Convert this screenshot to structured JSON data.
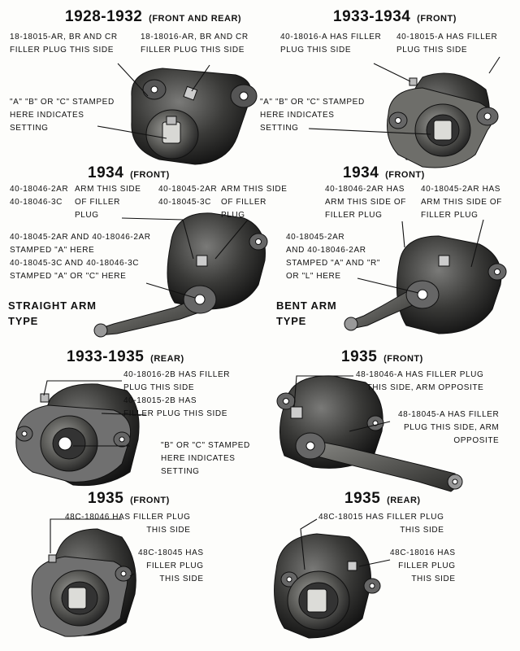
{
  "panels": [
    {
      "id": "p1",
      "title": "1928-1932",
      "subtitle": "(FRONT AND REAR)",
      "labels": [
        "18-18015-AR, BR AND CR\nFILLER PLUG THIS SIDE",
        "18-18016-AR, BR AND CR\nFILLER PLUG THIS SIDE",
        "\"A\" \"B\" OR \"C\" STAMPED\nHERE INDICATES\nSETTING"
      ]
    },
    {
      "id": "p2",
      "title": "1933-1934",
      "subtitle": "(FRONT)",
      "labels": [
        "40-18016-A HAS FILLER\nPLUG THIS SIDE",
        "40-18015-A HAS FILLER\nPLUG THIS SIDE",
        "\"A\" \"B\" OR \"C\" STAMPED\nHERE INDICATES\nSETTING"
      ]
    },
    {
      "id": "p3",
      "title": "1934",
      "subtitle": "(FRONT)",
      "labels": [
        "40-18046-2AR\n40-18046-3C",
        "ARM THIS SIDE\nOF FILLER\nPLUG",
        "40-18045-2AR\n40-18045-3C",
        "ARM THIS SIDE\nOF FILLER\nPLUG",
        "40-18045-2AR AND 40-18046-2AR\nSTAMPED \"A\" HERE\n40-18045-3C AND 40-18046-3C\nSTAMPED \"A\" OR \"C\" HERE"
      ],
      "type_label": "STRAIGHT ARM\nTYPE"
    },
    {
      "id": "p4",
      "title": "1934",
      "subtitle": "(FRONT)",
      "labels": [
        "40-18046-2AR HAS\nARM THIS SIDE OF\nFILLER PLUG",
        "40-18045-2AR HAS\nARM THIS SIDE OF\nFILLER PLUG",
        "40-18045-2AR\nAND 40-18046-2AR\nSTAMPED \"A\" AND \"R\"\nOR \"L\" HERE"
      ],
      "type_label": "BENT ARM\nTYPE"
    },
    {
      "id": "p5",
      "title": "1933-1935",
      "subtitle": "(REAR)",
      "labels": [
        "40-18016-2B HAS FILLER\nPLUG THIS SIDE\n40-18015-2B HAS\nFILLER PLUG THIS SIDE",
        "\"B\" OR \"C\" STAMPED\nHERE INDICATES\nSETTING"
      ]
    },
    {
      "id": "p6",
      "title": "1935",
      "subtitle": "(FRONT)",
      "labels": [
        "48-18046-A HAS FILLER PLUG\nTHIS SIDE, ARM OPPOSITE",
        "48-18045-A HAS FILLER\nPLUG THIS SIDE, ARM\nOPPOSITE"
      ]
    },
    {
      "id": "p7",
      "title": "1935",
      "subtitle": "(FRONT)",
      "labels": [
        "48C-18046 HAS FILLER PLUG\nTHIS SIDE",
        "48C-18045 HAS\nFILLER PLUG\nTHIS SIDE"
      ]
    },
    {
      "id": "p8",
      "title": "1935",
      "subtitle": "(REAR)",
      "labels": [
        "48C-18015 HAS FILLER PLUG\nTHIS SIDE",
        "48C-18016 HAS\nFILLER PLUG\nTHIS SIDE"
      ]
    }
  ]
}
